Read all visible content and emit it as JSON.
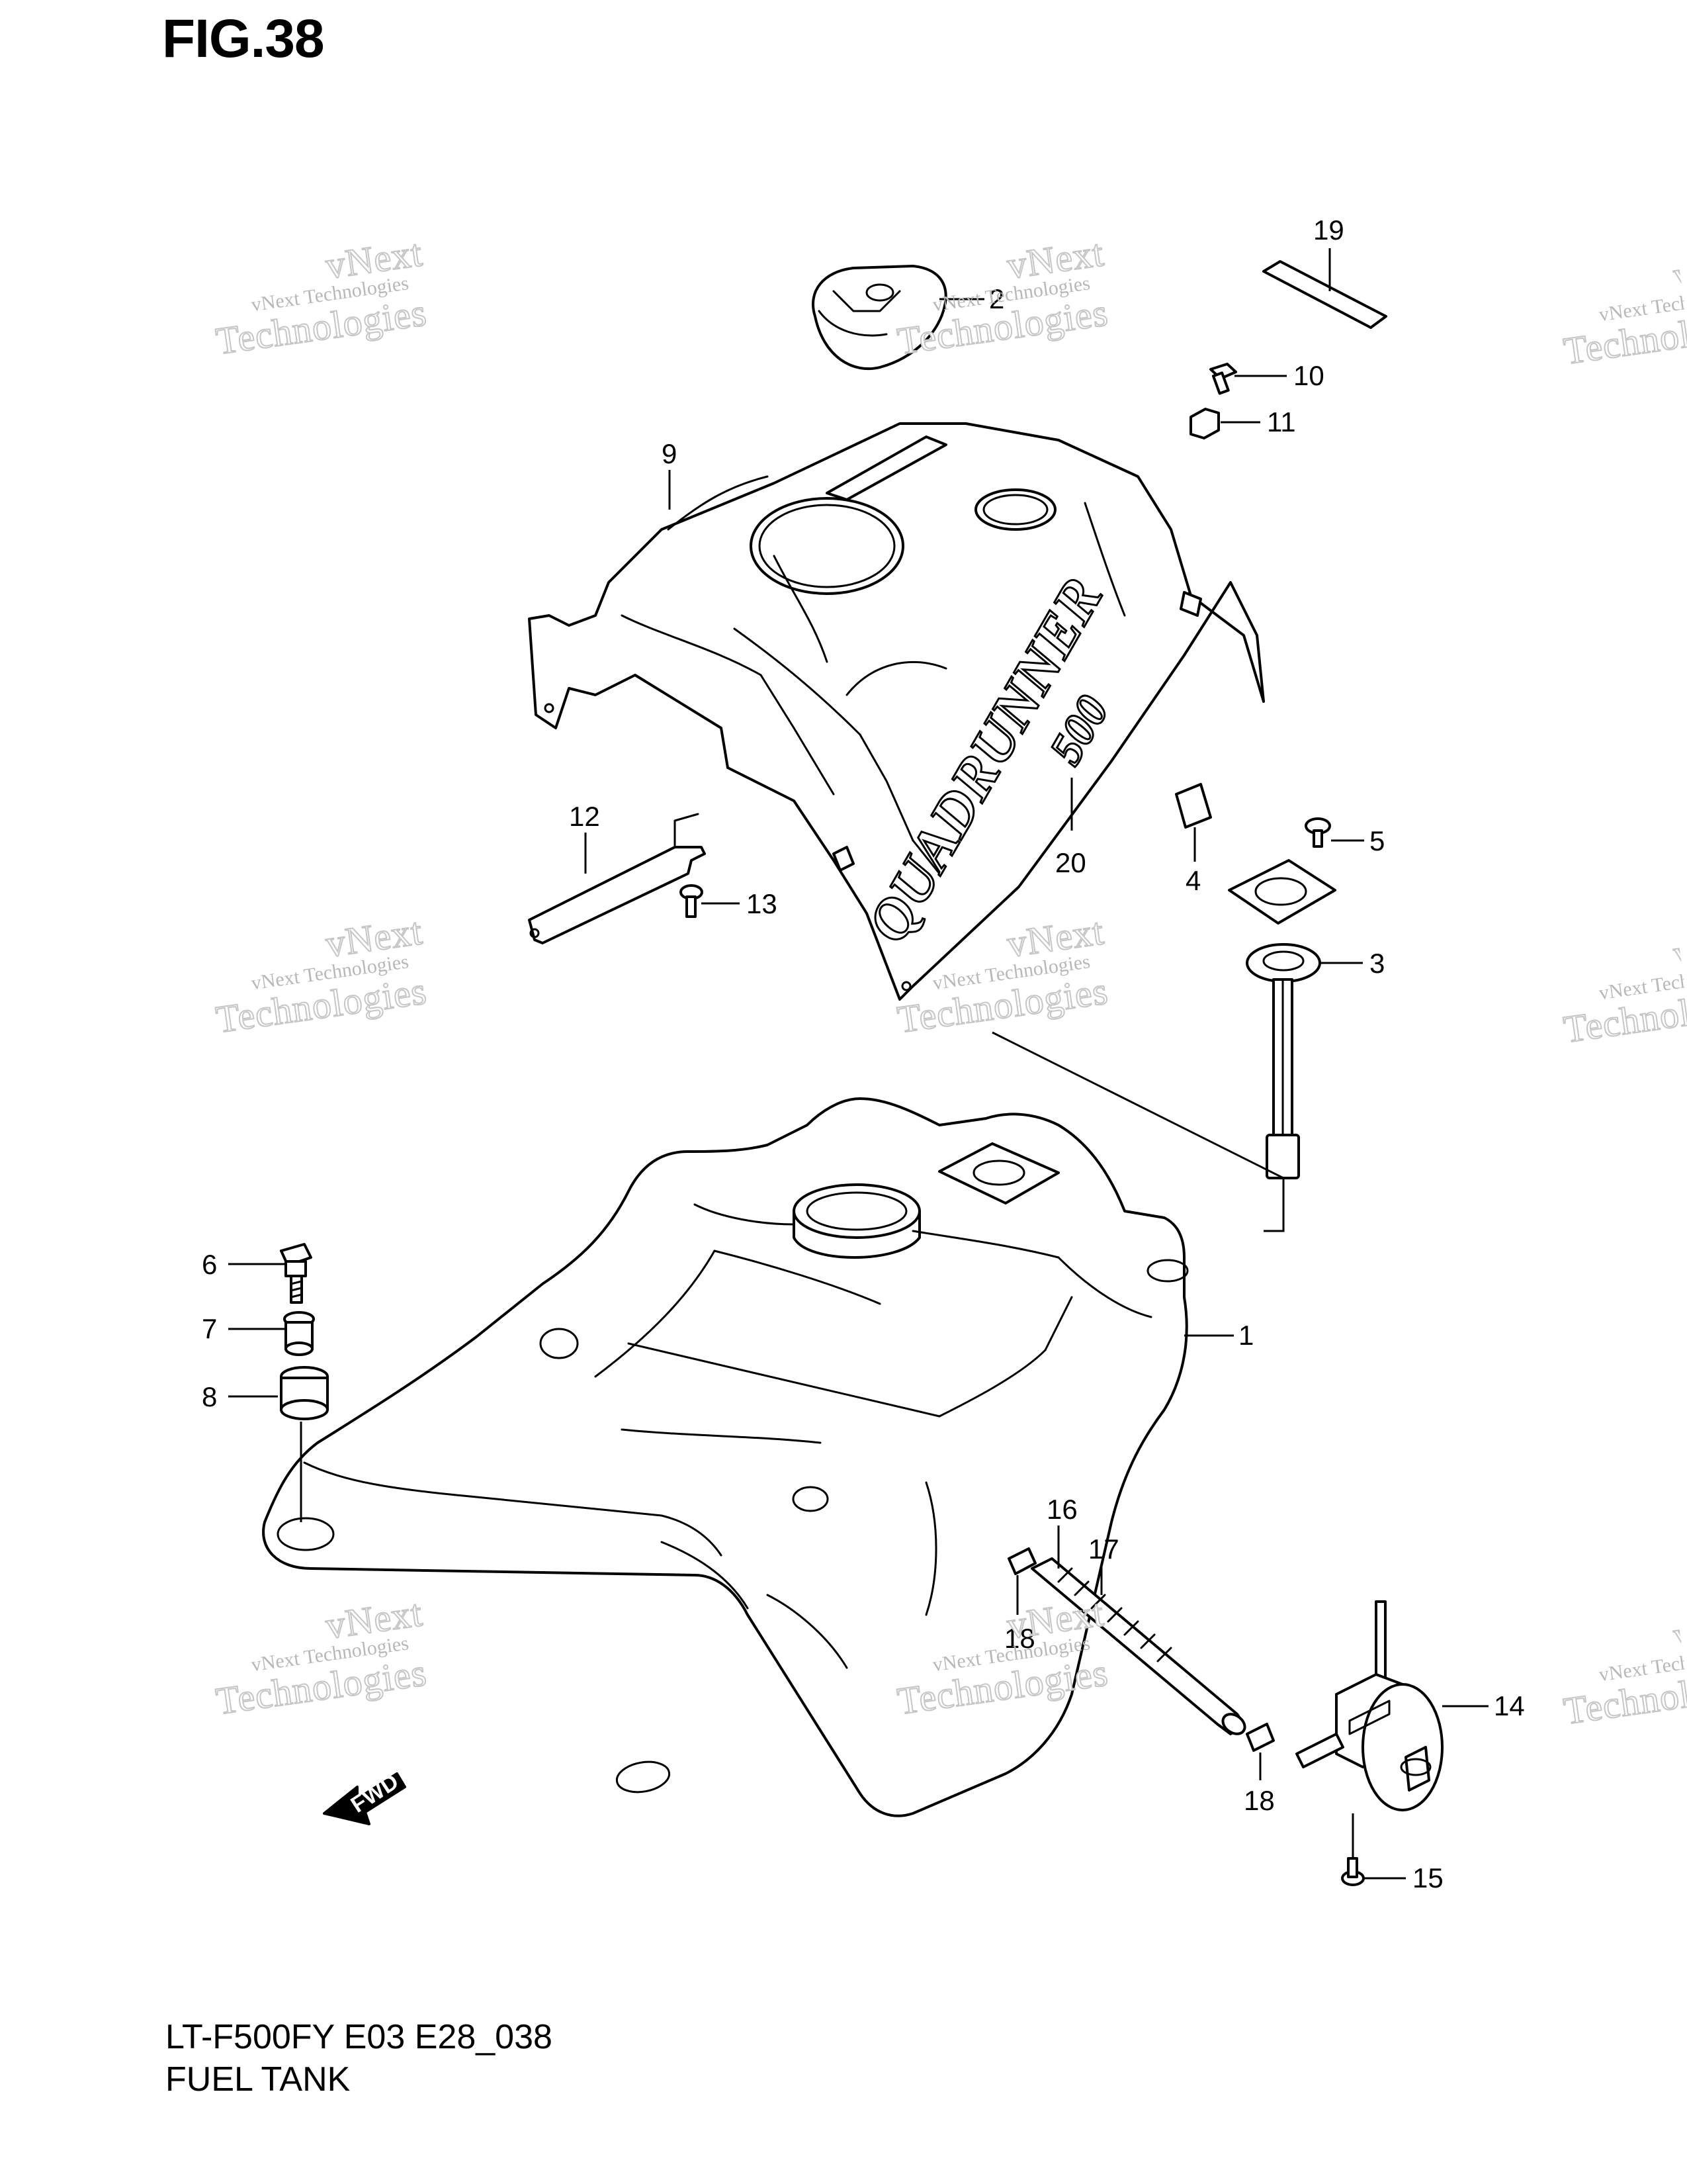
{
  "figure_title": "FIG.38",
  "footer": {
    "model_code": "LT-F500FY E03 E28_038",
    "section_name": "FUEL TANK"
  },
  "logo_text": "QUADRUNNER",
  "logo_number": "500",
  "fwd_label": "FWD",
  "watermark": {
    "small": "vNext Technologies",
    "large_top": "vNext",
    "large_bottom": "Technologies"
  },
  "callouts": [
    "1",
    "2",
    "3",
    "4",
    "5",
    "6",
    "7",
    "8",
    "9",
    "10",
    "11",
    "12",
    "13",
    "14",
    "15",
    "16",
    "17",
    "18",
    "18",
    "19",
    "20"
  ]
}
